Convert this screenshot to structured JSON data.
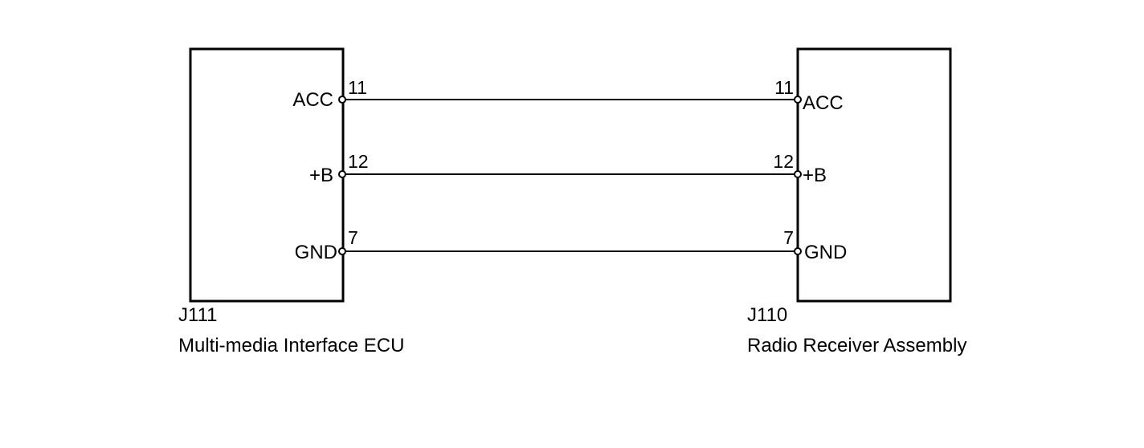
{
  "components": [
    {
      "code": "J111",
      "name": "Multi-media Interface ECU",
      "pins": [
        {
          "label": "ACC",
          "number": "11"
        },
        {
          "label": "+B",
          "number": "12"
        },
        {
          "label": "GND",
          "number": "7"
        }
      ]
    },
    {
      "code": "J110",
      "name": "Radio Receiver Assembly",
      "pins": [
        {
          "label": "ACC",
          "number": "11"
        },
        {
          "label": "+B",
          "number": "12"
        },
        {
          "label": "GND",
          "number": "7"
        }
      ]
    }
  ],
  "wires": [
    {
      "from_pin": "11",
      "to_pin": "11"
    },
    {
      "from_pin": "12",
      "to_pin": "12"
    },
    {
      "from_pin": "7",
      "to_pin": "7"
    }
  ],
  "colors": {
    "line": "#000000",
    "background": "#ffffff"
  }
}
